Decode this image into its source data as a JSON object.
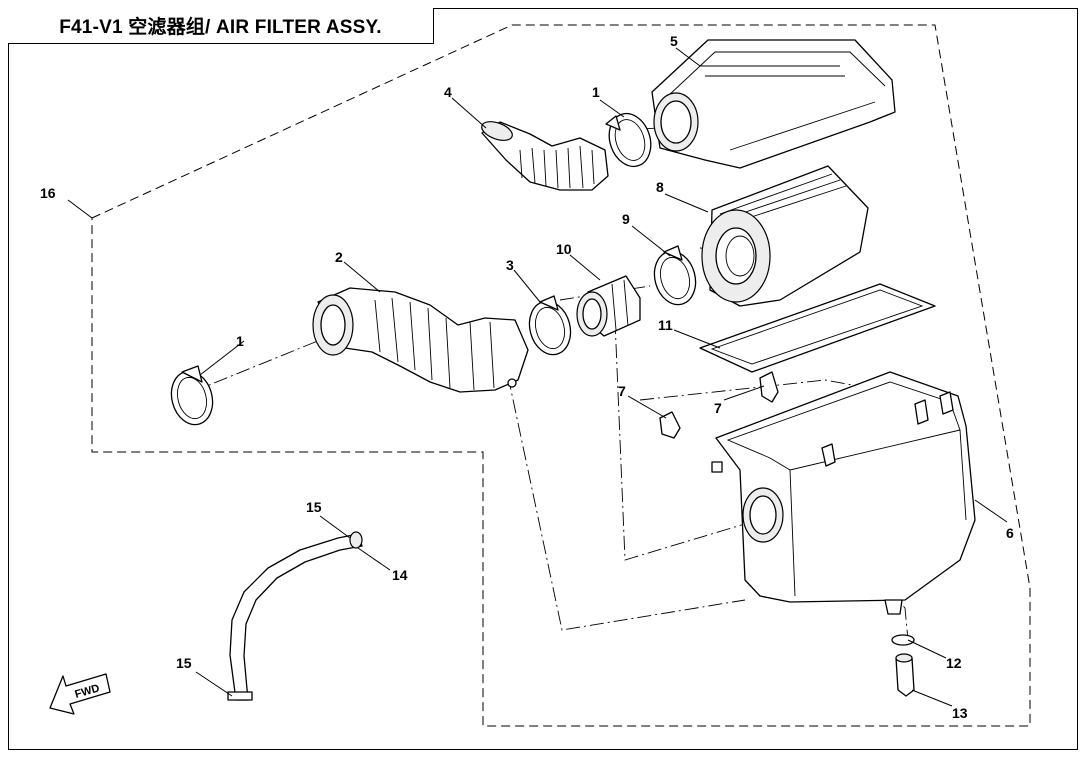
{
  "title": "F41-V1 空滤器组/ AIR FILTER ASSY.",
  "direction_label": "FWD",
  "callouts": {
    "c1_top": "1",
    "c1_left": "1",
    "c2": "2",
    "c3": "3",
    "c4": "4",
    "c5": "5",
    "c6": "6",
    "c7_left": "7",
    "c7_right": "7",
    "c8": "8",
    "c9": "9",
    "c10": "10",
    "c11": "11",
    "c12": "12",
    "c13": "13",
    "c14": "14",
    "c15_top": "15",
    "c15_bottom": "15",
    "c16": "16"
  }
}
